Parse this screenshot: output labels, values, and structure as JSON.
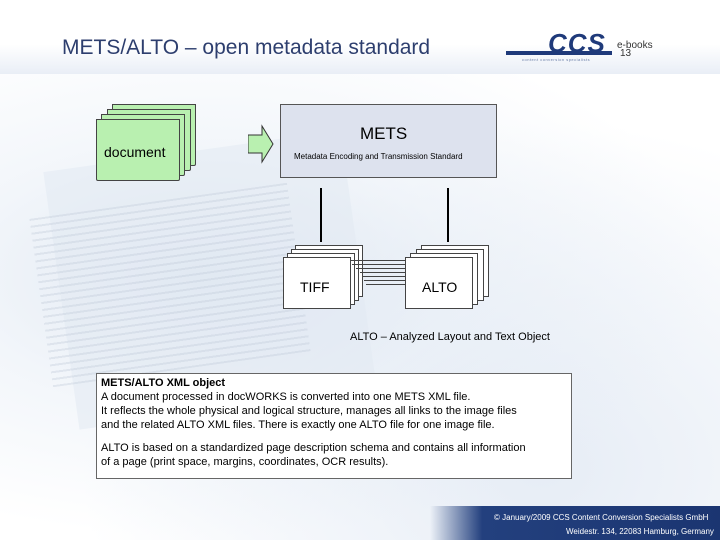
{
  "header": {
    "title": "METS/ALTO – open metadata standard",
    "logo_text": "CCS",
    "logo_tagline": "content conversion specialists",
    "ebooks_label": "e-books",
    "page_number": "13"
  },
  "diagram": {
    "document_label": "document",
    "mets_title": "METS",
    "mets_subtitle": "Metadata Encoding and Transmission Standard",
    "tiff_label": "TIFF",
    "alto_label": "ALTO",
    "alto_caption": "ALTO – Analyzed Layout and Text Object",
    "page_fill_color": "#b9f0b0",
    "mets_box_color": "#dde2ee"
  },
  "description": {
    "heading": "METS/ALTO XML object",
    "lines": [
      "A document processed in docWORKS is converted into one METS XML file.",
      "It reflects the whole physical and logical structure, manages all links to the image files",
      "and the related ALTO XML files. There is exactly one ALTO file for one image file."
    ],
    "lines2": [
      "ALTO is based on a standardized page description schema and contains all information",
      "of a page (print space, margins, coordinates, OCR results)."
    ]
  },
  "footer": {
    "copyright": "© January/2009 CCS Content Conversion Specialists GmbH",
    "address": "Weidestr. 134, 22083 Hamburg, Germany",
    "band_color": "#1f3a7a"
  }
}
